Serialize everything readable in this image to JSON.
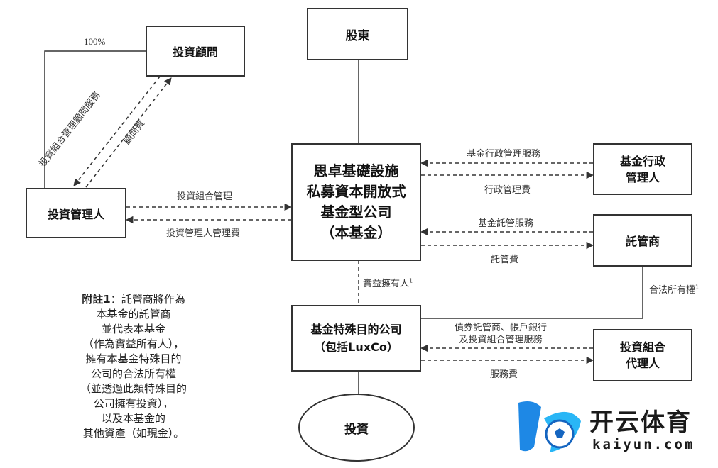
{
  "boxes": {
    "shareholders": "股東",
    "advisor": "投資顧問",
    "manager": "投資管理人",
    "fund_line1": "思卓基礎設施",
    "fund_line2": "私募資本開放式",
    "fund_line3": "基金型公司",
    "fund_line4": "（本基金）",
    "admin_line1": "基金行政",
    "admin_line2": "管理人",
    "custodian": "託管商",
    "spv_line1": "基金特殊目的公司",
    "spv_line2": "（包括LuxCo）",
    "portfolio_agent_line1": "投資組合",
    "portfolio_agent_line2": "代理人",
    "investments": "投資"
  },
  "labels": {
    "pct100": "100%",
    "advisory_service": "投資組合管理顧問服務",
    "advisory_fee": "顧問費",
    "portfolio_mgmt": "投資組合管理",
    "mgmt_fee": "投資管理人管理費",
    "admin_service": "基金行政管理服務",
    "admin_fee": "行政管理費",
    "custody_service": "基金託管服務",
    "custody_fee": "託管費",
    "beneficial_owner": "實益擁有人",
    "legal_owner": "合法所有權",
    "bond_service_line1": "債券託管商、帳戶銀行",
    "bond_service_line2": "及投資組合管理服務",
    "service_fee": "服務費",
    "footnote_mark": "1"
  },
  "note": {
    "title": "附註1",
    "colon": "：",
    "lines": [
      "託管商將作為",
      "本基金的託管商",
      "並代表本基金",
      "（作為實益所有人），",
      "擁有本基金特殊目的",
      "公司的合法所有權",
      "（並透過此類特殊目的",
      "公司擁有投資），",
      "以及本基金的",
      "其他資產（如現金）。"
    ]
  },
  "watermark": {
    "brand_cn": "开云体育",
    "brand_en": "kaiyun.com",
    "colors": {
      "blue": "#1e88e5",
      "dark": "#1a1a1a"
    }
  }
}
